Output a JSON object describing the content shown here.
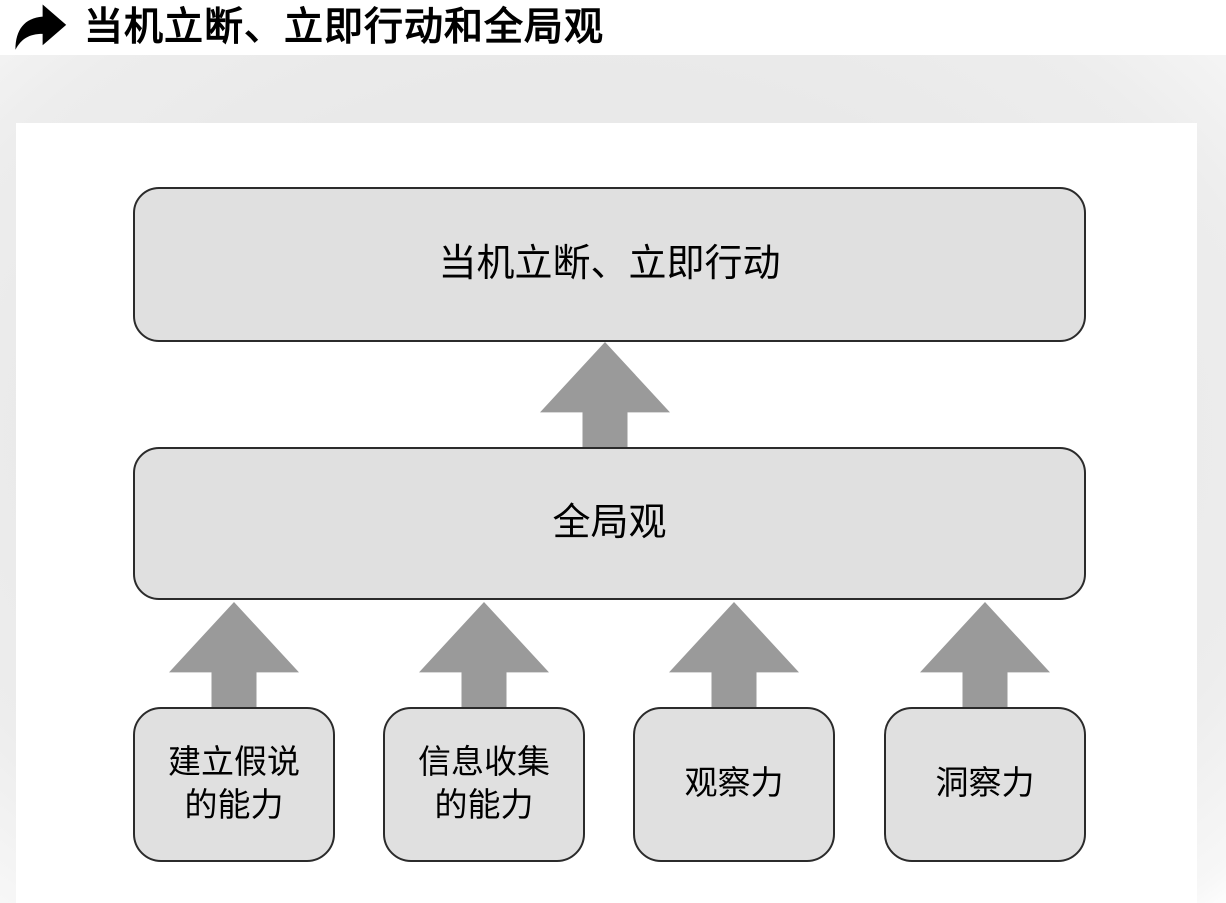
{
  "title": "当机立断、立即行动和全局观",
  "diagram": {
    "top_box": "当机立断、立即行动",
    "middle_box": "全局观",
    "bottom_boxes": [
      "建立假说\n的能力",
      "信息收集\n的能力",
      "观察力",
      "洞察力"
    ]
  },
  "icons": {
    "title_icon": "curved-forward-arrow-icon"
  },
  "colors": {
    "box-fill": "#e0e0e0",
    "box-border": "#2b2b2b",
    "arrow-gray": "#9a9a9a",
    "frame-gray": "#e9e9e9",
    "panel-bg": "#ffffff",
    "title-color": "#000000"
  }
}
